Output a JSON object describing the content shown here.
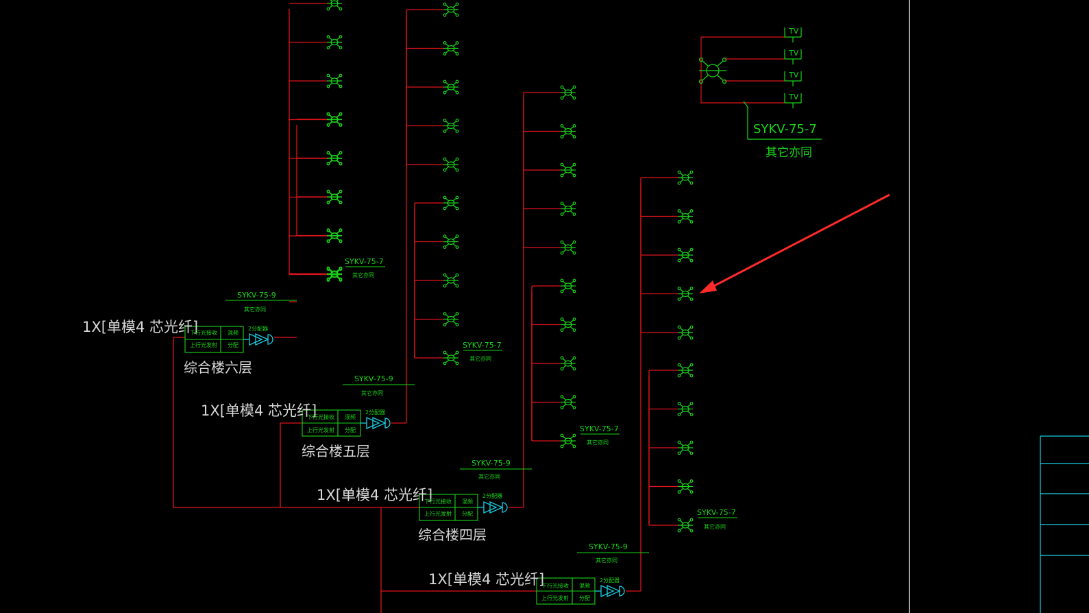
{
  "colors": {
    "background": "#000000",
    "trunk": "#e0141c",
    "device": "#19d619",
    "splitter": "#1ad0e6",
    "text": "#d8d8d8",
    "border": "#e8e8e8",
    "arrow": "#ff2a2a"
  },
  "icons": [
    "tv-outlet-icon",
    "splitter-icon",
    "amplifier-icon",
    "annotation-arrow"
  ],
  "floors": [
    {
      "id": "f6",
      "fiber_label": "1X[单模4 芯光纤]",
      "floor_label": "综合楼六层",
      "box_row1_left": "下行光接收",
      "box_row2_left": "上行光发射",
      "box_row1_right": "混频",
      "box_row2_right": "分配",
      "splitter_label": "2分配器",
      "cable_label": "SYKV-75-9",
      "cable_sub": "其它亦同",
      "branch_label": "SYKV-75-7",
      "branch_sub": "其它亦同"
    },
    {
      "id": "f5",
      "fiber_label": "1X[单模4 芯光纤]",
      "floor_label": "综合楼五层",
      "box_row1_left": "下行光接收",
      "box_row2_left": "上行光发射",
      "box_row1_right": "混频",
      "box_row2_right": "分配",
      "splitter_label": "2分配器",
      "cable_label": "SYKV-75-9",
      "cable_sub": "其它亦同",
      "branch_label": "SYKV-75-7",
      "branch_sub": "其它亦同"
    },
    {
      "id": "f4",
      "fiber_label": "1X[单模4 芯光纤]",
      "floor_label": "综合楼四层",
      "box_row1_left": "下行光接收",
      "box_row2_left": "上行光发射",
      "box_row1_right": "混频",
      "box_row2_right": "分配",
      "splitter_label": "2分配器",
      "cable_label": "SYKV-75-9",
      "cable_sub": "其它亦同",
      "branch_label": "SYKV-75-7",
      "branch_sub": "其它亦同"
    },
    {
      "id": "f3",
      "fiber_label": "1X[单模4 芯光纤]",
      "floor_label": "",
      "box_row1_left": "下行光接收",
      "box_row2_left": "上行光发射",
      "box_row1_right": "混频",
      "box_row2_right": "分配",
      "splitter_label": "2分配器",
      "cable_label": "SYKV-75-9",
      "cable_sub": "其它亦同",
      "branch_label": "SYKV-75-7",
      "branch_sub": "其它亦同"
    }
  ],
  "legend": {
    "tv_labels": [
      "TV",
      "TV",
      "TV",
      "TV"
    ],
    "cable_label": "SYKV-75-7",
    "cable_sub": "其它亦同"
  }
}
